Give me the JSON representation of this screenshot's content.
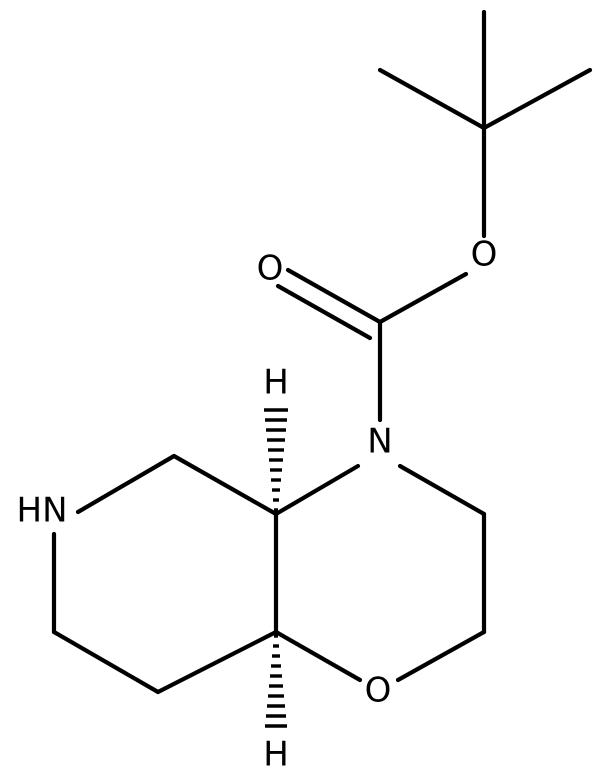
{
  "atoms": {
    "carbonyl_o": "O",
    "ester_o": "O",
    "n_boc": "N",
    "nh": "HN",
    "ring_o": "O",
    "h_top": "H",
    "h_bottom": "H"
  }
}
